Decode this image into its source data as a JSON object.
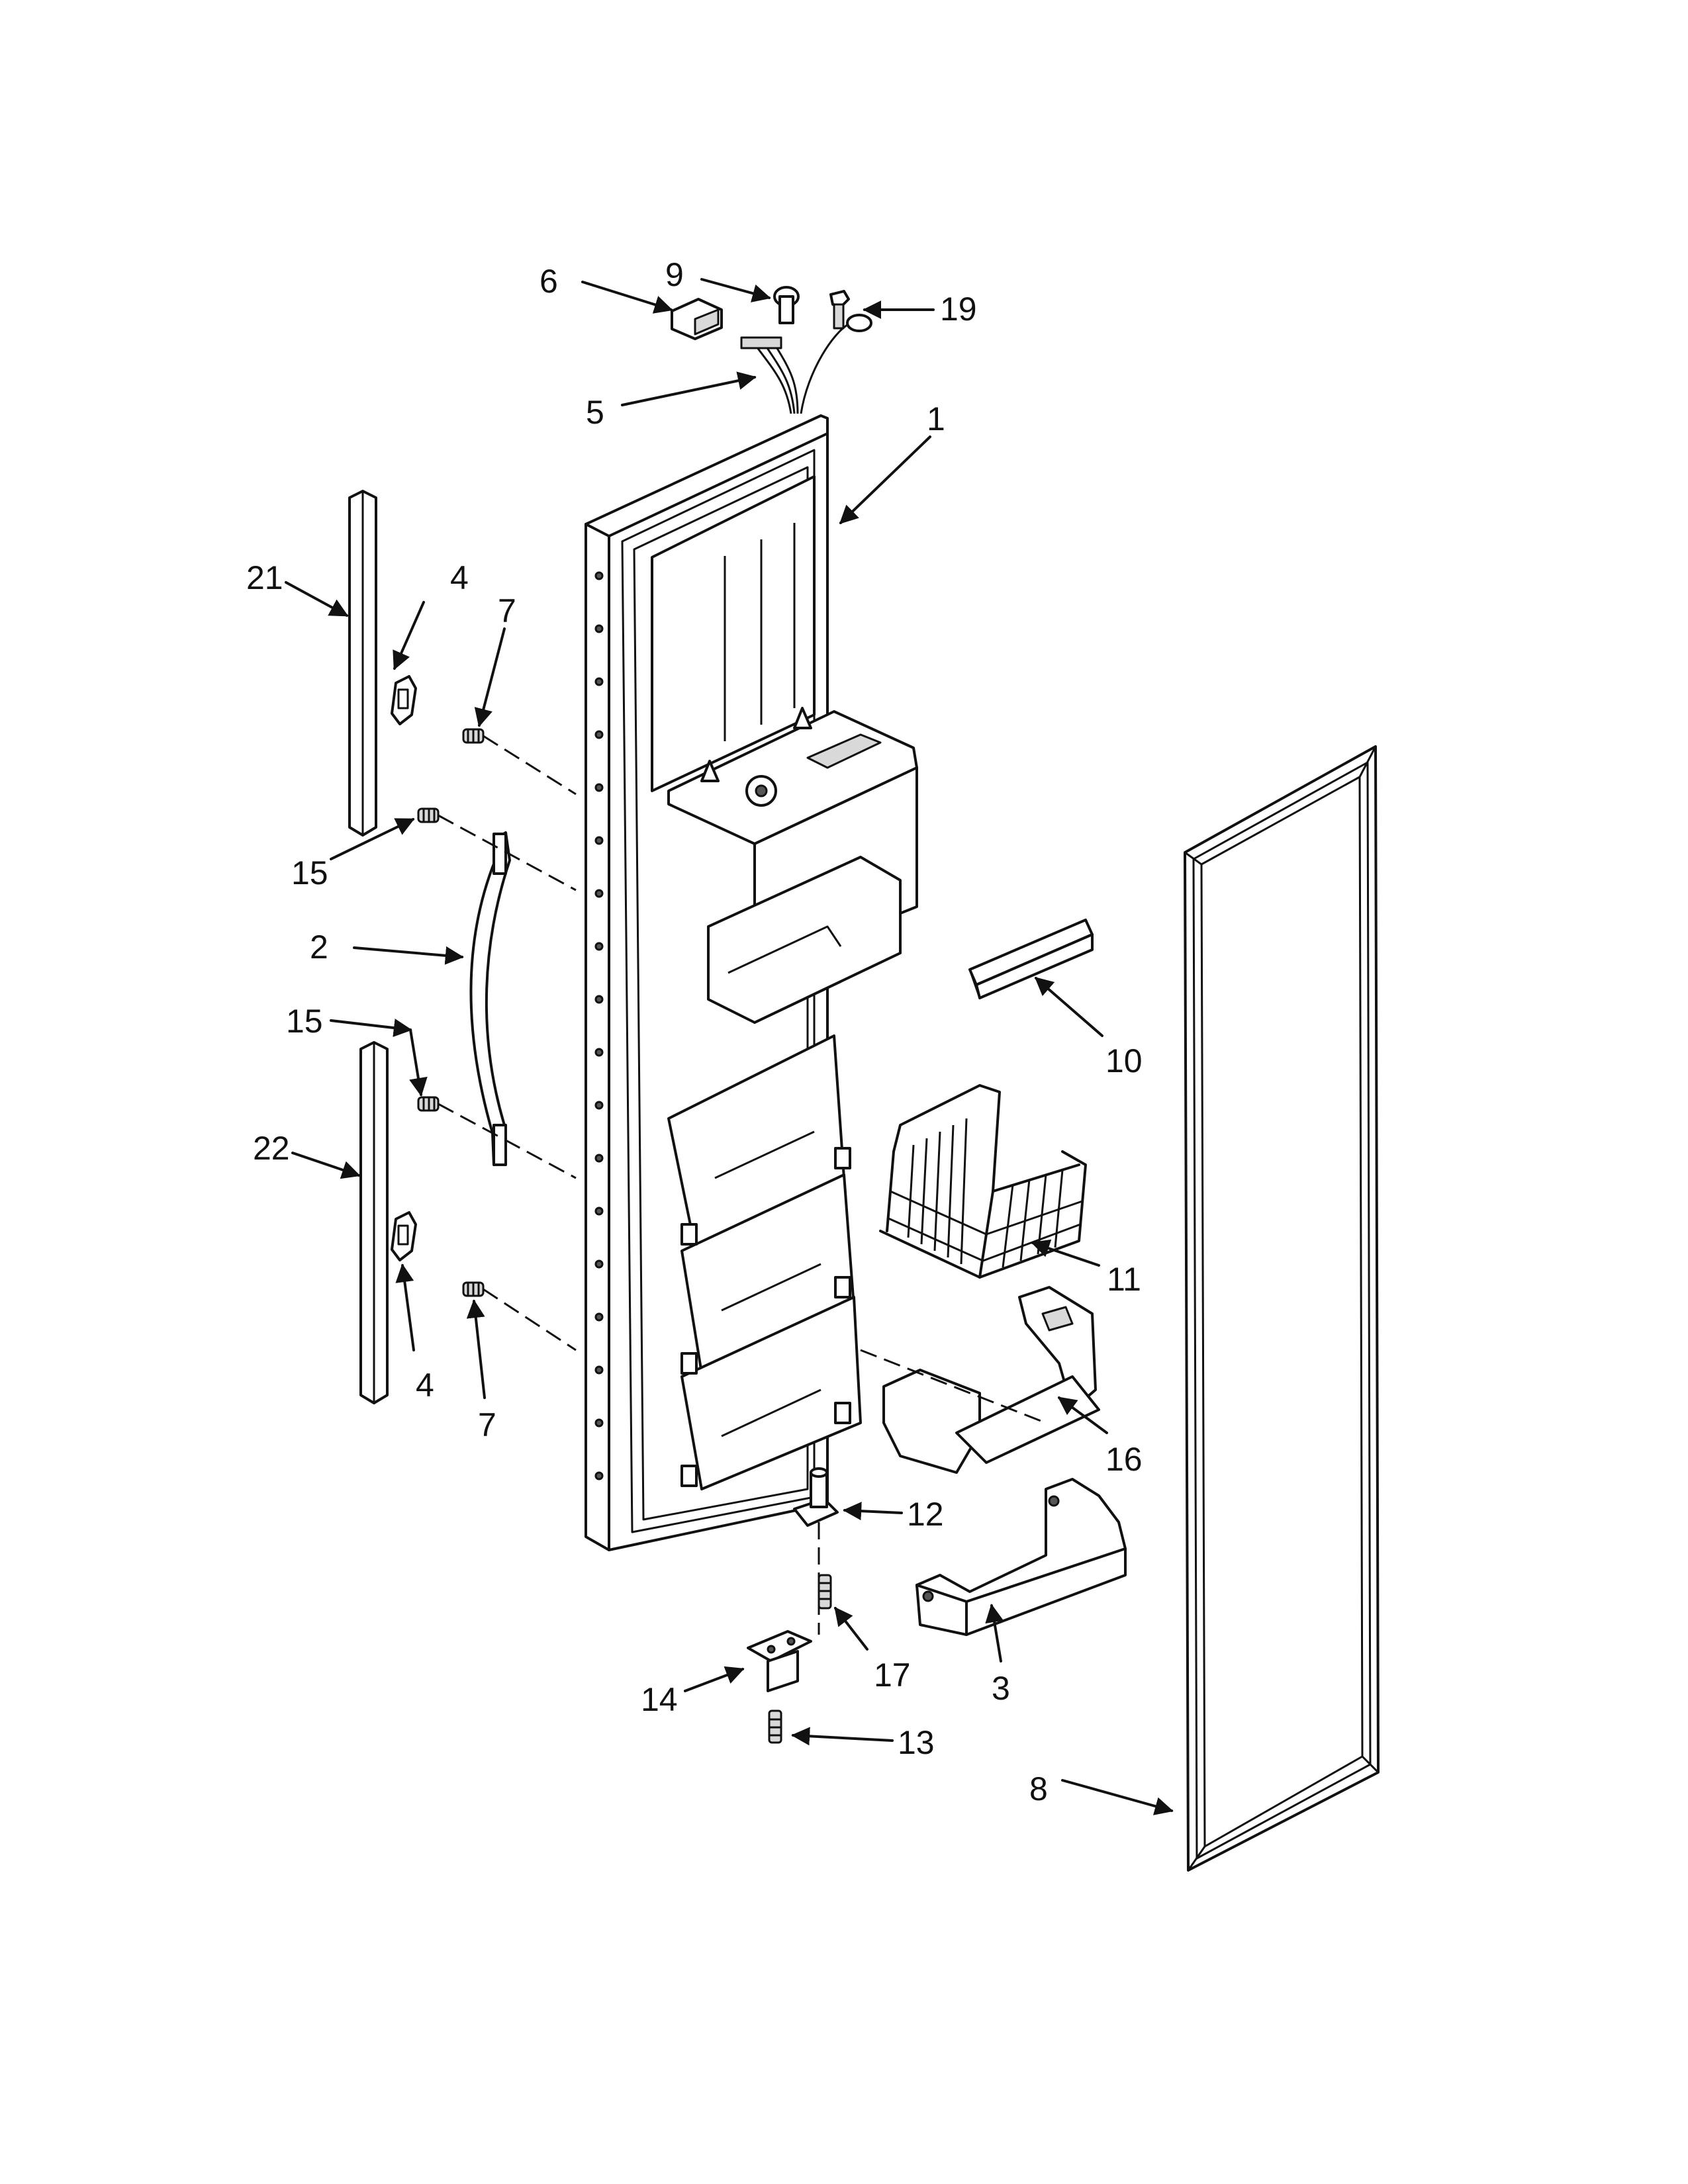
{
  "callouts": [
    {
      "id": "c1",
      "text": "1"
    },
    {
      "id": "c2",
      "text": "2"
    },
    {
      "id": "c3",
      "text": "3"
    },
    {
      "id": "c4a",
      "text": "4"
    },
    {
      "id": "c4b",
      "text": "4"
    },
    {
      "id": "c5",
      "text": "5"
    },
    {
      "id": "c6",
      "text": "6"
    },
    {
      "id": "c7a",
      "text": "7"
    },
    {
      "id": "c7b",
      "text": "7"
    },
    {
      "id": "c8",
      "text": "8"
    },
    {
      "id": "c9",
      "text": "9"
    },
    {
      "id": "c10",
      "text": "10"
    },
    {
      "id": "c11",
      "text": "11"
    },
    {
      "id": "c12",
      "text": "12"
    },
    {
      "id": "c13",
      "text": "13"
    },
    {
      "id": "c14",
      "text": "14"
    },
    {
      "id": "c15a",
      "text": "15"
    },
    {
      "id": "c15b",
      "text": "15"
    },
    {
      "id": "c16",
      "text": "16"
    },
    {
      "id": "c17",
      "text": "17"
    },
    {
      "id": "c19",
      "text": "19"
    },
    {
      "id": "c21",
      "text": "21"
    },
    {
      "id": "c22",
      "text": "22"
    }
  ]
}
